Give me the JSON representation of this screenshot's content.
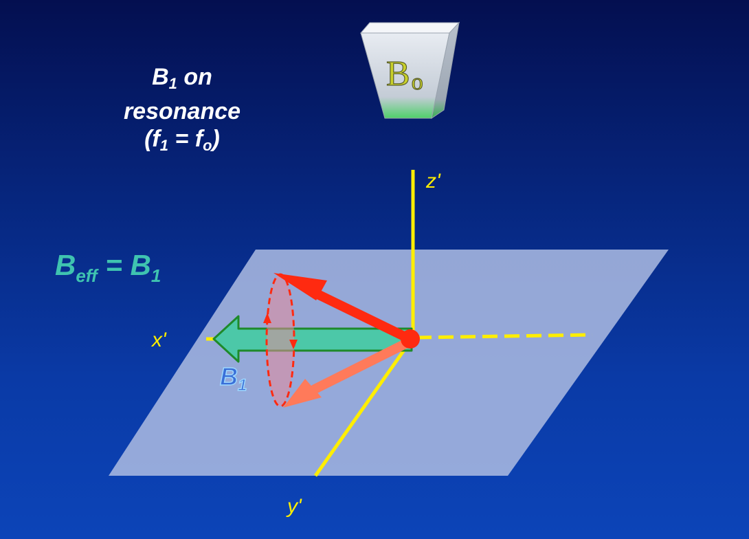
{
  "title": {
    "line1_main": "B",
    "line1_sub": "1",
    "line1_rest": " on",
    "line2": "resonance",
    "line3_open": "(f",
    "line3_sub1": "1",
    "line3_mid": " = f",
    "line3_sub2": "o",
    "line3_close": ")"
  },
  "beff_label": {
    "main": "B",
    "sub": "eff",
    "rest": " = B",
    "sub2": "1"
  },
  "magnet_label": {
    "main": "B",
    "sub": "o"
  },
  "b1_vector_label": {
    "main": "B",
    "sub": "1"
  },
  "axes": {
    "z": "z'",
    "x": "x'",
    "y": "y'"
  },
  "colors": {
    "axis": "#ffee00",
    "beff_text": "#3fc3b0",
    "b1_arrow": "#4cc8a8",
    "magnetization": "#ff2a10",
    "magnetization_light": "#ff7a5a",
    "plane": "#a8b8e0"
  }
}
